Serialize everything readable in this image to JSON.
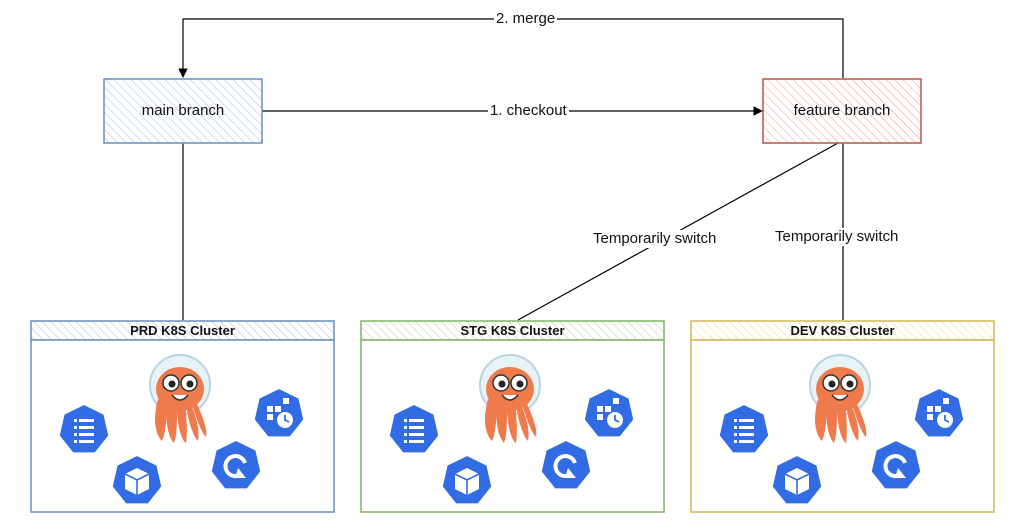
{
  "nodes": {
    "main": {
      "label": "main branch",
      "stroke": "#6c8ebf",
      "fill": "#dae8fc"
    },
    "feature": {
      "label": "feature branch",
      "stroke": "#b85450",
      "fill": "#f8cecc"
    }
  },
  "edges": {
    "checkout": "1. checkout",
    "merge": "2. merge",
    "switch_stg": "Temporarily switch",
    "switch_dev": "Temporarily switch"
  },
  "clusters": [
    {
      "title": "PRD K8S Cluster",
      "stroke": "#6c8ebf",
      "fill": "#dae8fc"
    },
    {
      "title": "STG K8S Cluster",
      "stroke": "#82b366",
      "fill": "#d5e8d4"
    },
    {
      "title": "DEV K8S Cluster",
      "stroke": "#d6b656",
      "fill": "#fff2cc"
    }
  ],
  "icons": [
    "argo-octopus-icon",
    "k8s-list-icon",
    "k8s-cronjob-icon",
    "k8s-pod-icon",
    "k8s-sync-icon"
  ],
  "colors": {
    "k8s_blue": "#326ce5",
    "octopus": "#ef7b4d",
    "line": "#000000"
  }
}
